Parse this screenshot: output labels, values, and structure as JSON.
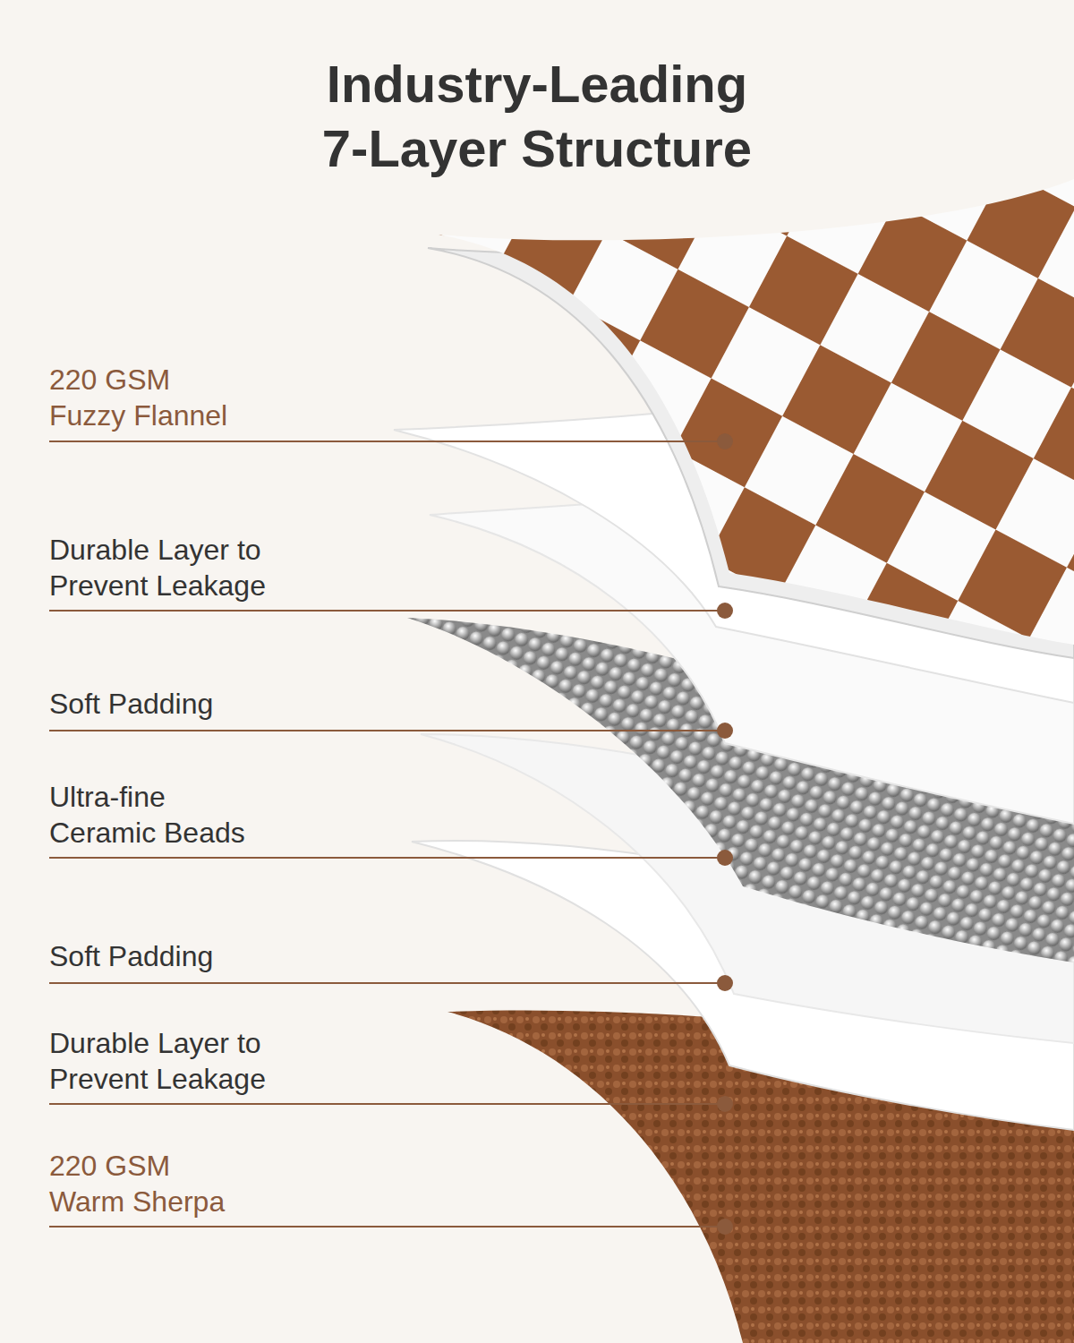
{
  "diagram": {
    "title": "Industry-Leading 7-Layer Structure",
    "labels": [
      "220 GSM Fuzzy Flannel",
      "Durable Layer to Prevent Leakage",
      "Soft Padding",
      "Ultra-fine Ceramic Beads",
      "Soft Padding",
      "Durable Layer to Prevent Leakage",
      "220 GSM Warm Sherpa"
    ]
  }
}
